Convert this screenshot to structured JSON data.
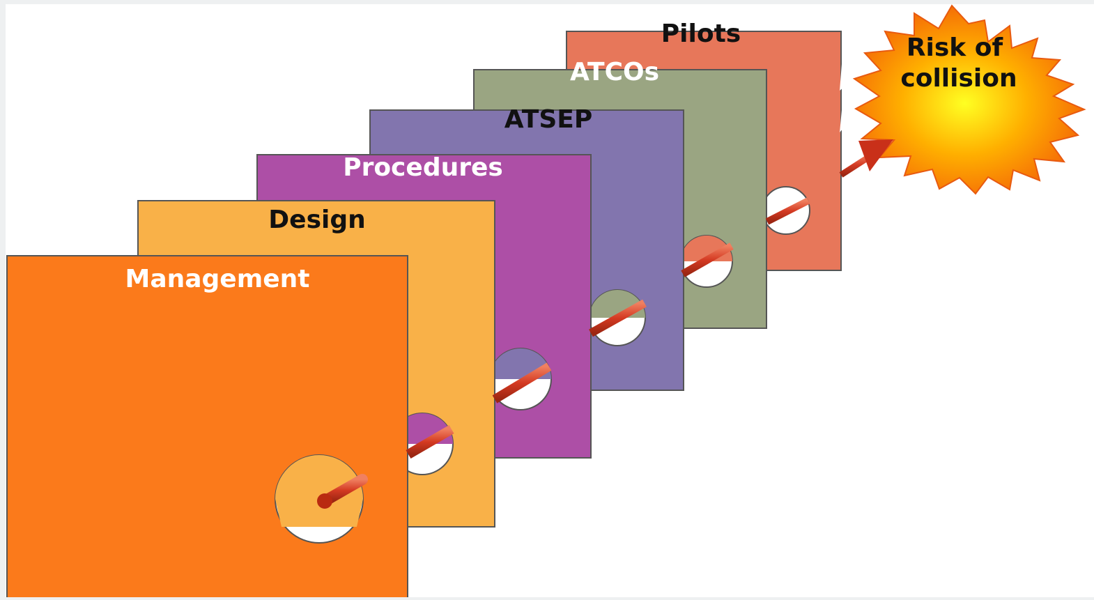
{
  "layers": [
    {
      "id": "pilots",
      "label": "Pilots",
      "fill": "#e7775a",
      "text_color": "#111111"
    },
    {
      "id": "atcos",
      "label": "ATCOs",
      "fill": "#9aa582",
      "text_color": "#ffffff"
    },
    {
      "id": "atsep",
      "label": "ATSEP",
      "fill": "#8275ae",
      "text_color": "#111111"
    },
    {
      "id": "procedures",
      "label": "Procedures",
      "fill": "#ad4fa6",
      "text_color": "#ffffff"
    },
    {
      "id": "design",
      "label": "Design",
      "fill": "#f9b148",
      "text_color": "#111111"
    },
    {
      "id": "management",
      "label": "Management",
      "fill": "#fb7a1b",
      "text_color": "#ffffff"
    }
  ],
  "hazard": {
    "label_line1": "Risk of",
    "label_line2": "collision",
    "colors": {
      "center": "#ffff22",
      "mid": "#ffb000",
      "edge": "#f25a08"
    }
  },
  "trajectory_color": "#d43a22"
}
